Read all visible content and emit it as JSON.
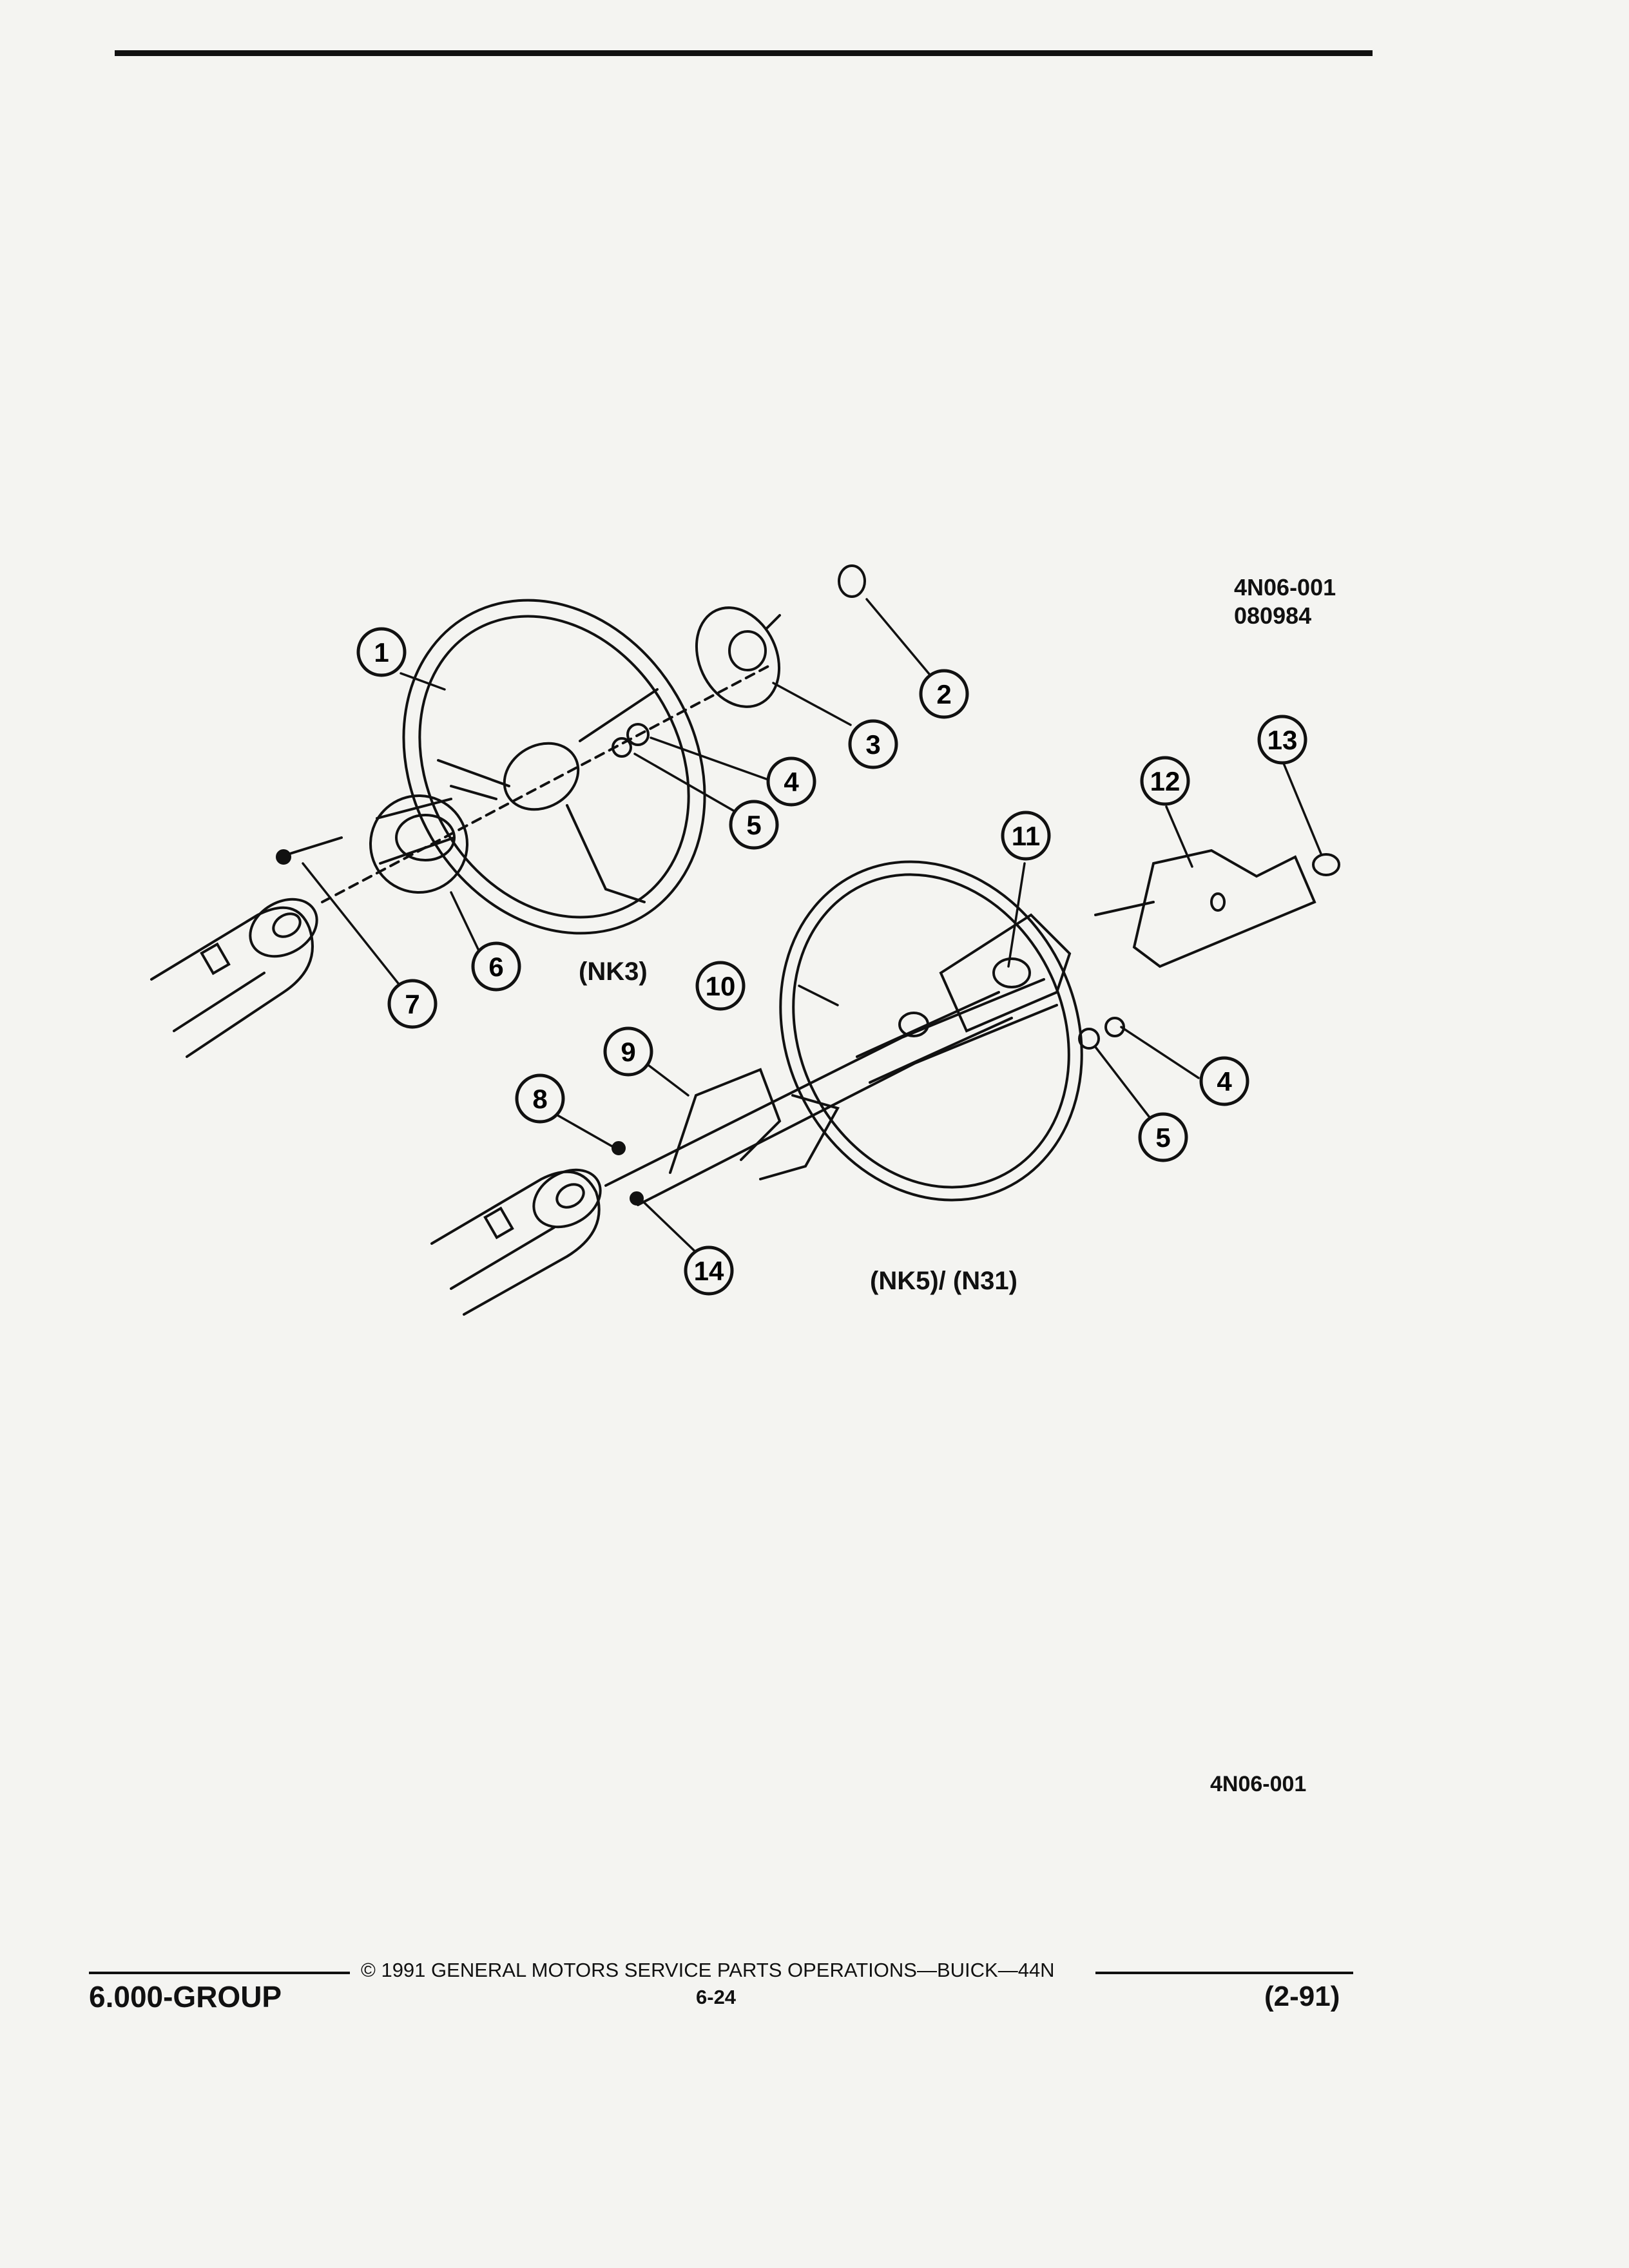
{
  "header": {
    "drawing_code": "4N06-001",
    "drawing_date": "080984"
  },
  "diagram": {
    "variants": [
      {
        "label": "(NK3)"
      },
      {
        "label": "(NK5)/ (N31)"
      }
    ],
    "callouts": [
      "1",
      "2",
      "3",
      "4",
      "5",
      "6",
      "7",
      "8",
      "9",
      "10",
      "11",
      "12",
      "13",
      "14",
      "4",
      "5"
    ]
  },
  "figure_id": "4N06-001",
  "footer": {
    "group": "6.000-GROUP",
    "copyright": "© 1991 GENERAL MOTORS SERVICE PARTS OPERATIONS—BUICK—44N",
    "page": "6-24",
    "date": "(2-91)"
  }
}
